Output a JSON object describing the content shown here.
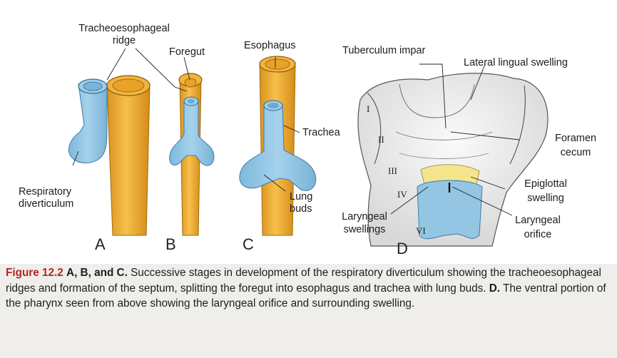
{
  "labels": {
    "tracheoesophageal_ridge_1": "Tracheoesophageal",
    "tracheoesophageal_ridge_2": "ridge",
    "foregut": "Foregut",
    "esophagus": "Esophagus",
    "trachea": "Trachea",
    "respiratory_diverticulum_1": "Respiratory",
    "respiratory_diverticulum_2": "diverticulum",
    "lung_buds_1": "Lung",
    "lung_buds_2": "buds",
    "tuberculum_impar": "Tuberculum impar",
    "lateral_lingual_swelling": "Lateral lingual swelling",
    "foramen_cecum_1": "Foramen",
    "foramen_cecum_2": "cecum",
    "epiglottal_swelling_1": "Epiglottal",
    "epiglottal_swelling_2": "swelling",
    "laryngeal_orifice_1": "Laryngeal",
    "laryngeal_orifice_2": "orifice",
    "laryngeal_swellings_1": "Laryngeal",
    "laryngeal_swellings_2": "swellings"
  },
  "panels": [
    "A",
    "B",
    "C",
    "D"
  ],
  "arches": [
    "I",
    "II",
    "III",
    "IV",
    "VI"
  ],
  "caption": {
    "figure_number": "Figure 12.2",
    "part_abc": "A, B, and C.",
    "text_1": "Successive stages in development of the respiratory diverticulum showing the tracheoesophageal ridges and formation of the septum, splitting the foregut into esophagus and trachea with lung buds.",
    "part_d": "D.",
    "text_2": "The ventral portion of the pharynx seen from above showing the laryngeal orifice and surrounding swelling."
  },
  "colors": {
    "esophagus_gold": "#f0b23a",
    "trachea_blue": "#92c5e2",
    "epiglottis_yellow": "#f4e58c",
    "caption_accent": "#b3261e"
  }
}
